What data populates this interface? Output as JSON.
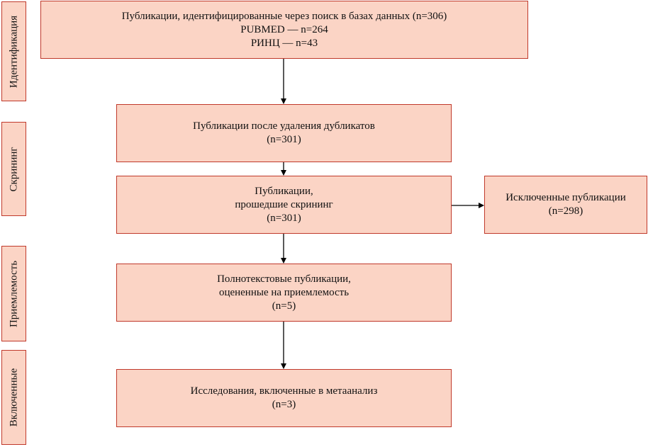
{
  "stages": [
    {
      "label": "Идентификация"
    },
    {
      "label": "Скрининг"
    },
    {
      "label": "Приемлемость"
    },
    {
      "label": "Включенные"
    }
  ],
  "boxes": {
    "identified": {
      "line1": "Публикации, идентифицированные через поиск в базах данных (n=306)",
      "line2": "PUBMED — n=264",
      "line3": "РИНЦ — n=43"
    },
    "deduplicated": {
      "line1": "Публикации после удаления дубликатов",
      "line2": "(n=301)"
    },
    "screened": {
      "line1": "Публикации,",
      "line2": "прошедшие скрининг",
      "line3": "(n=301)"
    },
    "excluded": {
      "line1": "Исключенные публикации",
      "line2": "(n=298)"
    },
    "eligibility": {
      "line1": "Полнотекстовые публикации,",
      "line2": "оцененные на приемлемость",
      "line3": "(n=5)"
    },
    "included": {
      "line1": "Исследования, включенные в метаанализ",
      "line2": "(n=3)"
    }
  },
  "colors": {
    "box_fill": "#fbd4c5",
    "box_border": "#c0392b",
    "arrow": "#000000"
  }
}
